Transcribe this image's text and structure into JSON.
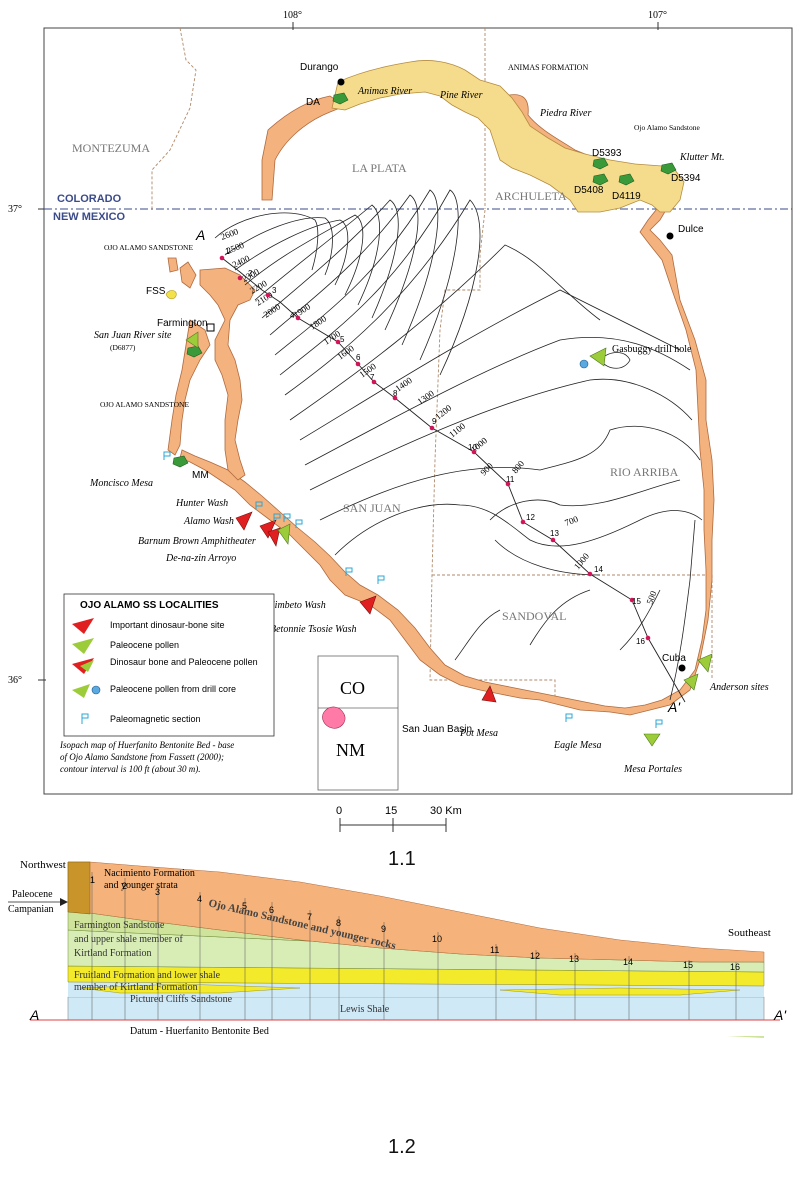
{
  "map": {
    "lon_labels": [
      "108°",
      "107°"
    ],
    "lat_labels": [
      "37°",
      "36°"
    ],
    "counties": [
      "MONTEZUMA",
      "LA PLATA",
      "ARCHULETA",
      "RIO ARRIBA",
      "SAN JUAN",
      "SANDOVAL"
    ],
    "states": [
      "COLORADO",
      "NEW MEXICO"
    ],
    "towns": [
      "Durango",
      "Farmington",
      "Dulce",
      "Cuba"
    ],
    "rivers": [
      "Animas River",
      "Pine River",
      "Piedra River"
    ],
    "formations": [
      "ANIMAS FORMATION",
      "OJO ALAMO SANDSTONE",
      "OJO ALAMO SANDSTONE",
      "Ojo Alamo Sandstone"
    ],
    "site_codes": [
      "DA",
      "D5393",
      "D5408",
      "D4119",
      "D5394",
      "FSS",
      "MM"
    ],
    "sites": [
      "San Juan River site",
      "(D6877)",
      "Moncisco Mesa",
      "Hunter Wash",
      "Alamo Wash",
      "Barnum Brown Amphitheater",
      "De-na-zin Arroyo",
      "Kimbeto Wash",
      "Betonnie Tsosie Wash",
      "Pot Mesa",
      "Eagle Mesa",
      "Mesa Portales",
      "Anderson sites",
      "Klutter Mt.",
      "Gasbuggy drill hole"
    ],
    "contours": [
      "2600",
      "2500",
      "2400",
      "2300",
      "2200",
      "2100",
      "2000",
      "1900",
      "1800",
      "1700",
      "1600",
      "1500",
      "1400",
      "1300",
      "1200",
      "1100",
      "1000",
      "900",
      "800",
      "700",
      "1000",
      "500"
    ],
    "section_line": {
      "start": "A",
      "end": "A'",
      "points": [
        "1",
        "2",
        "3",
        "4",
        "5",
        "6",
        "7",
        "8",
        "9",
        "10",
        "11",
        "12",
        "13",
        "14",
        "15",
        "16"
      ]
    },
    "legend": {
      "title": "OJO ALAMO SS LOCALITIES",
      "items": [
        {
          "label": "Important dinosaur-bone site",
          "color": "#e02020"
        },
        {
          "label": "Paleocene pollen",
          "color": "#7cc43a"
        },
        {
          "label": "Dinosaur bone and Paleocene pollen",
          "color": "#e02020"
        },
        {
          "label": "Paleocene pollen from drill core",
          "color": "#7cc43a"
        },
        {
          "label": "Paleomagnetic section",
          "color": "#2aa7d6"
        }
      ]
    },
    "inset": {
      "co": "CO",
      "nm": "NM",
      "basin": "San Juan Basin"
    },
    "note": "Isopach map of Huerfanito Bentonite Bed - base of Ojo Alamo Sandstone from Fassett (2000); contour interval is 100 ft (about 30 m).",
    "scale": {
      "ticks": [
        "0",
        "15",
        "30 Km"
      ]
    },
    "caption": "1.1",
    "colors": {
      "outcrop": "#f3b27e",
      "animas": "#f5dc8c",
      "dino": "#e02020",
      "pollen": "#7cc43a",
      "drill": "#5aa9e0"
    }
  },
  "section": {
    "northwest": "Northwest",
    "southeast": "Southeast",
    "top_label": "Nacimiento Formation and younger strata",
    "paleocene": "Paleocene",
    "campanian": "Campanian",
    "units": [
      "Ojo Alamo Sandstone and younger rocks",
      "Farmington Sandstone and upper shale member of Kirtland Formation",
      "Fruitland Formation and lower shale member of Kirtland Formation",
      "Pictured Cliffs Sandstone",
      "Lewis Shale"
    ],
    "datum": "Datum - Huerfanito Bentonite Bed",
    "a": "A",
    "a_prime": "A'",
    "well_numbers": [
      "1",
      "2",
      "3",
      "4",
      "5",
      "6",
      "7",
      "8",
      "9",
      "10",
      "11",
      "12",
      "13",
      "14",
      "15",
      "16"
    ],
    "caption": "1.2",
    "colors": {
      "ojo": "#f5b27a",
      "farmington": "#cfe49a",
      "fruitland": "#d8edb6",
      "pictured": "#f2ea2a",
      "lewis": "#cfe9f7"
    }
  }
}
